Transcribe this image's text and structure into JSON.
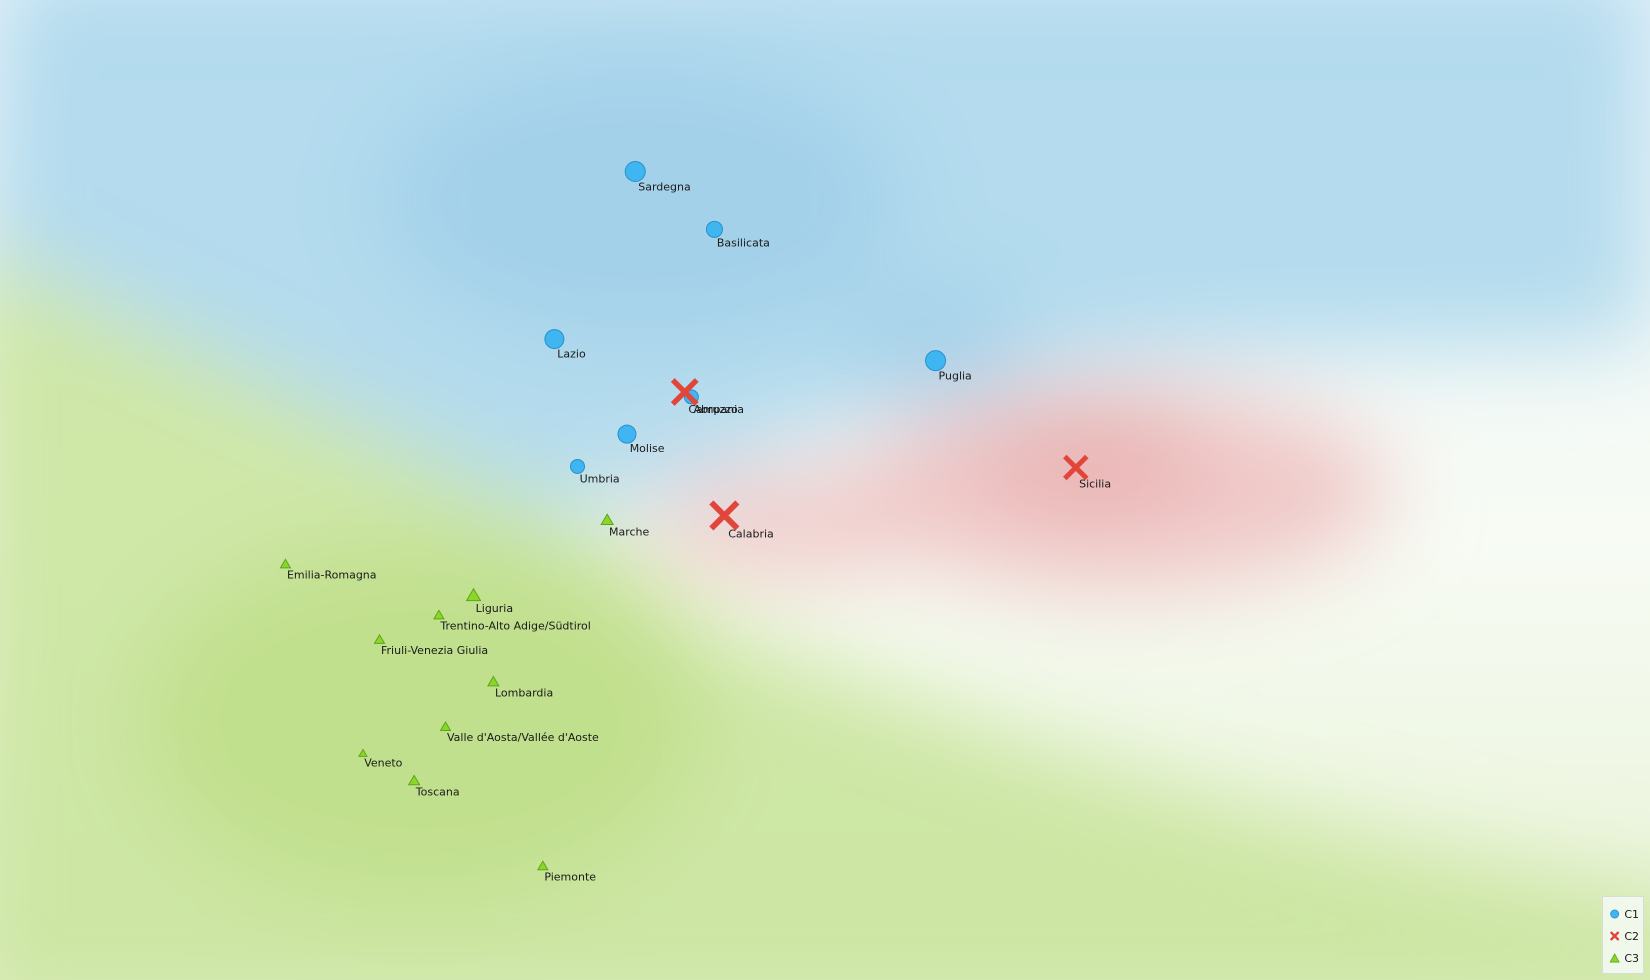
{
  "chart_data": {
    "type": "scatter",
    "xlim": [
      0,
      100
    ],
    "ylim": [
      0,
      100
    ],
    "grid": false,
    "legend_position": "bottom-right",
    "colors": {
      "C1": "#3fb6f2",
      "C2": "#e2463a",
      "C3": "#8cd62a",
      "C1_region": "#a9d6ec",
      "C2_region": "#eec2c2",
      "C3_region": "#c8e49a"
    },
    "series": [
      {
        "name": "C1",
        "marker": "circle",
        "points": [
          {
            "label": "Sardegna",
            "x": 38.5,
            "y": 82.5,
            "size": 10
          },
          {
            "label": "Basilicata",
            "x": 43.3,
            "y": 76.6,
            "size": 8
          },
          {
            "label": "Lazio",
            "x": 33.6,
            "y": 65.4,
            "size": 9.5
          },
          {
            "label": "Puglia",
            "x": 56.7,
            "y": 63.2,
            "size": 10
          },
          {
            "label": "Abruzzo",
            "x": 41.9,
            "y": 59.5,
            "size": 7
          },
          {
            "label": "Molise",
            "x": 38.0,
            "y": 55.7,
            "size": 9
          },
          {
            "label": "Umbria",
            "x": 35.0,
            "y": 52.4,
            "size": 7
          }
        ]
      },
      {
        "name": "C2",
        "marker": "cross",
        "points": [
          {
            "label": "Campania",
            "x": 41.5,
            "y": 60.0,
            "size": 12
          },
          {
            "label": "Sicilia",
            "x": 65.2,
            "y": 52.3,
            "size": 11
          },
          {
            "label": "Calabria",
            "x": 43.9,
            "y": 47.4,
            "size": 13
          }
        ]
      },
      {
        "name": "C3",
        "marker": "triangle",
        "points": [
          {
            "label": "Marche",
            "x": 36.8,
            "y": 46.9,
            "size": 6
          },
          {
            "label": "Emilia-Romagna",
            "x": 17.3,
            "y": 42.4,
            "size": 5
          },
          {
            "label": "Liguria",
            "x": 28.7,
            "y": 39.2,
            "size": 7
          },
          {
            "label": "Trentino-Alto Adige/Südtirol",
            "x": 26.6,
            "y": 37.2,
            "size": 5
          },
          {
            "label": "Friuli-Venezia Giulia",
            "x": 23.0,
            "y": 34.7,
            "size": 5
          },
          {
            "label": "Lombardia",
            "x": 29.9,
            "y": 30.4,
            "size": 5.5
          },
          {
            "label": "Valle d'Aosta/Vallée d'Aoste",
            "x": 27.0,
            "y": 25.8,
            "size": 5
          },
          {
            "label": "Veneto",
            "x": 22.0,
            "y": 23.1,
            "size": 4
          },
          {
            "label": "Toscana",
            "x": 25.1,
            "y": 20.3,
            "size": 5.5
          },
          {
            "label": "Piemonte",
            "x": 32.9,
            "y": 11.6,
            "size": 5
          }
        ]
      }
    ],
    "legend": [
      {
        "name": "C1",
        "marker": "circle"
      },
      {
        "name": "C2",
        "marker": "cross"
      },
      {
        "name": "C3",
        "marker": "triangle"
      }
    ]
  }
}
